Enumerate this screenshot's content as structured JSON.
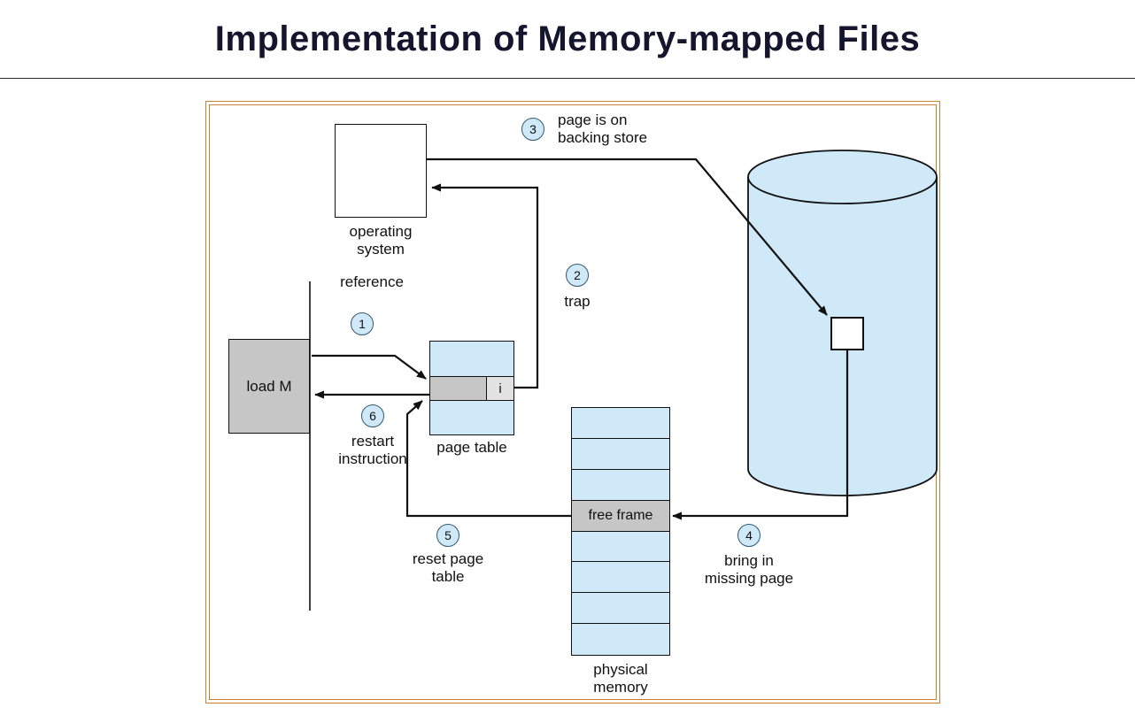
{
  "slide": {
    "title": "Implementation of Memory-mapped Files"
  },
  "diagram": {
    "nodes": {
      "operating_system": {
        "label": "operating\nsystem"
      },
      "load_m": {
        "label": "load M"
      },
      "page_table": {
        "label": "page table",
        "entry_flag": "i"
      },
      "physical_memory": {
        "label": "physical\nmemory",
        "free_frame_label": "free frame"
      }
    },
    "steps": [
      {
        "num": "1",
        "label": "reference"
      },
      {
        "num": "2",
        "label": "trap"
      },
      {
        "num": "3",
        "label": "page is on\nbacking store"
      },
      {
        "num": "4",
        "label": "bring in\nmissing page"
      },
      {
        "num": "5",
        "label": "reset page\ntable"
      },
      {
        "num": "6",
        "label": "restart\ninstruction"
      }
    ],
    "colors": {
      "frame_accent": "#c9802f",
      "fill_blue": "#cfe9f8",
      "fill_gray": "#c6c6c6",
      "line": "#111111",
      "title": "#15152e"
    }
  }
}
